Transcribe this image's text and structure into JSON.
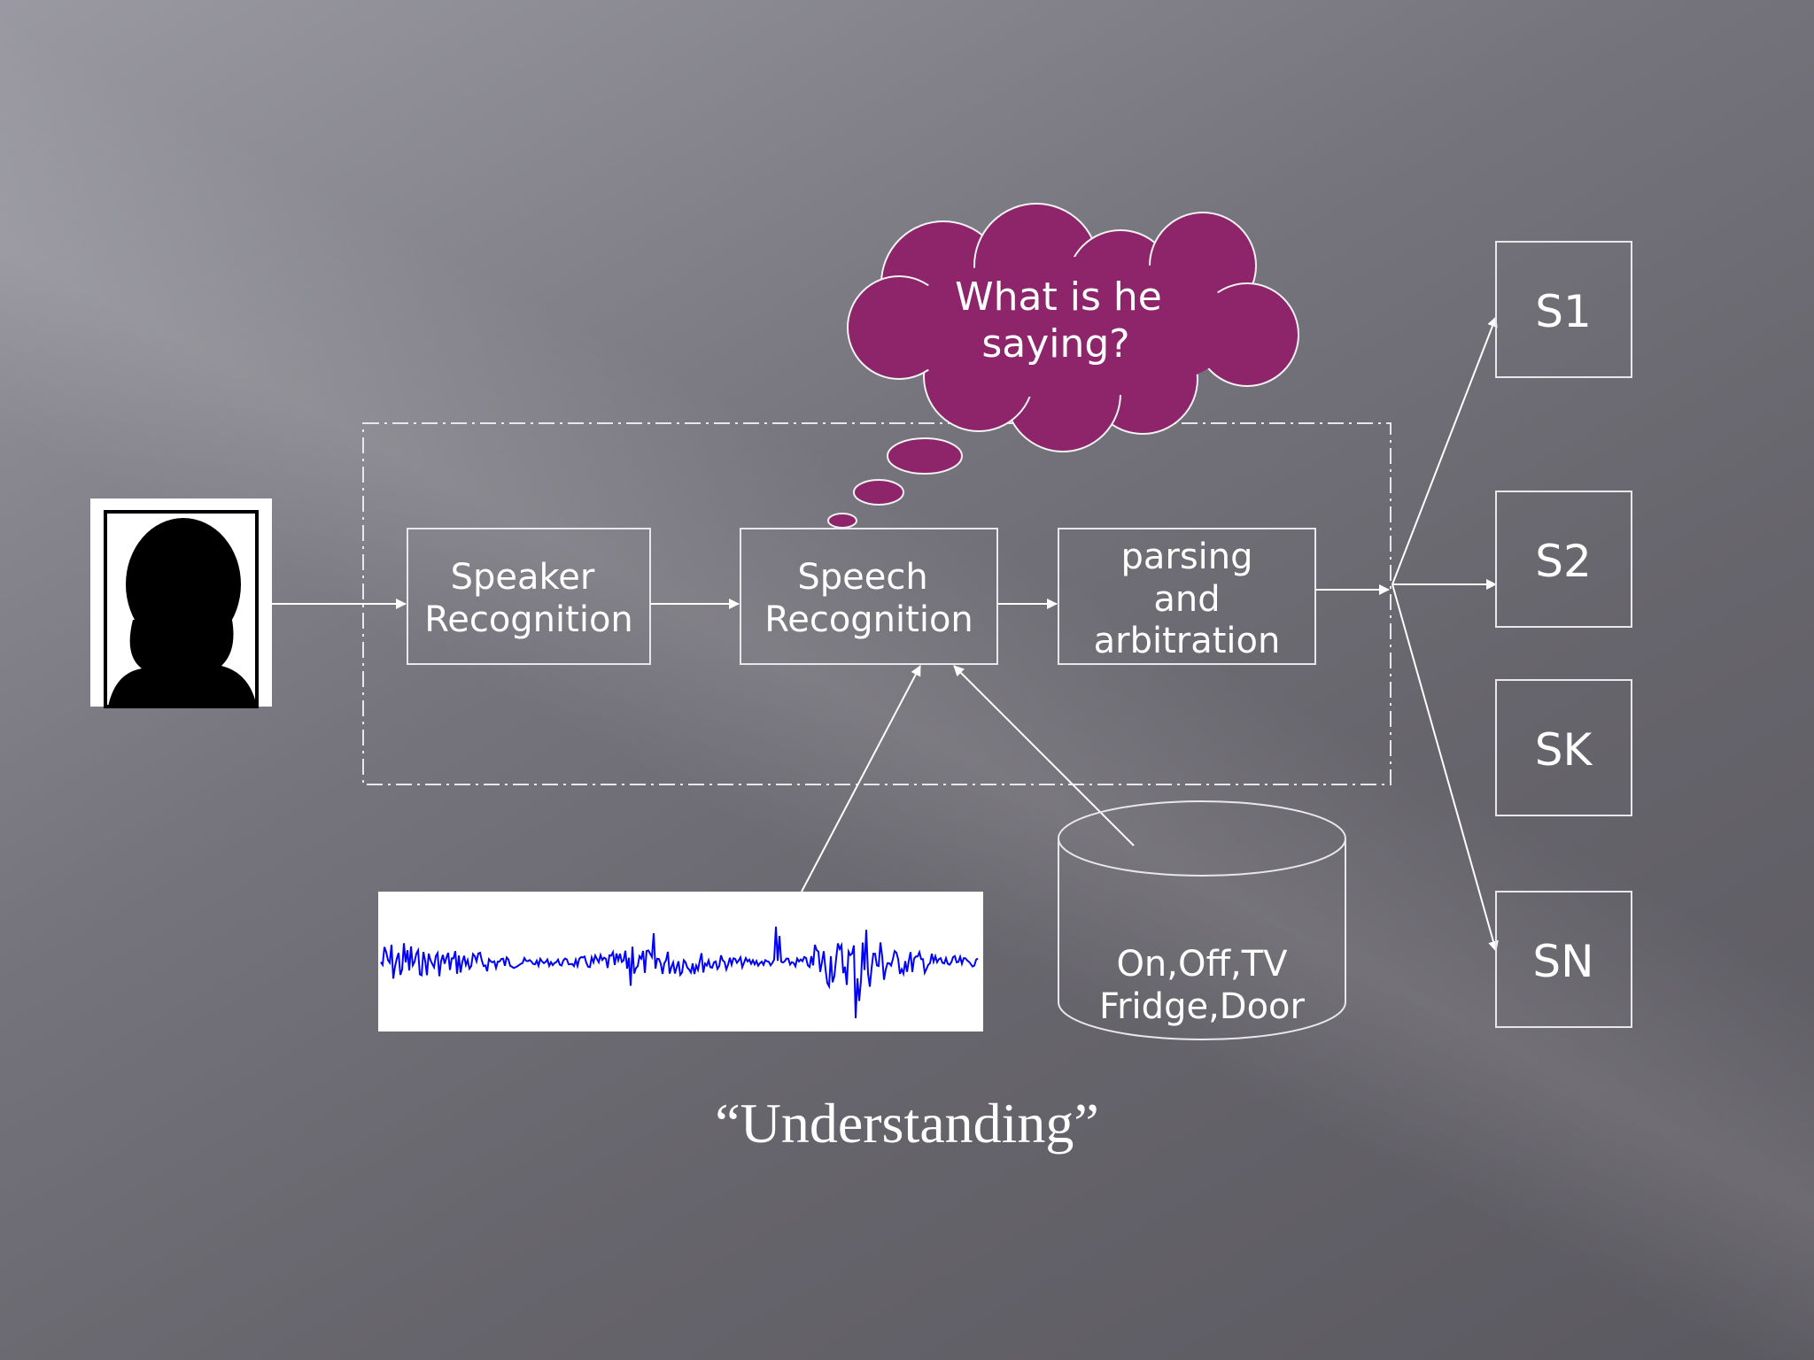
{
  "diagram": {
    "thought_bubble": {
      "line1": "What is he",
      "line2": "saying?"
    },
    "speaker_recognition": {
      "line1": "Speaker",
      "line2": "Recognition"
    },
    "speech_recognition": {
      "line1": "Speech",
      "line2": "Recognition"
    },
    "parsing": {
      "line1": "parsing",
      "line2": "and",
      "line3": "arbitration"
    },
    "database": {
      "line1": "On,Off,TV",
      "line2": "Fridge,Door"
    },
    "outputs": [
      "S1",
      "S2",
      "SK",
      "SN"
    ],
    "caption": "“Understanding”"
  },
  "colors": {
    "bubble": "#8e2469",
    "waveform": "#0000ff",
    "lines": "#ffffff"
  }
}
